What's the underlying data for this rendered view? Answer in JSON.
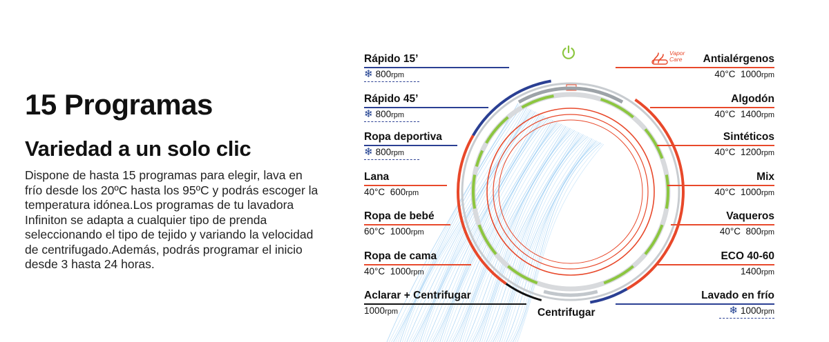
{
  "heading": "15 Programas",
  "subheading": "Variedad a un solo clic",
  "description": "Dispone de hasta 15 programas para elegir, lava en frío desde los 20ºC hasta los 95ºC y podrás escoger la temperatura idónea.Los programas de tu lavadora Infiniton se adapta a cualquier tipo de prenda seleccionando el tipo de tejido y variando la velocidad de centrifugado.Además, podrás programar el inicio desde 3 hasta 24 horas.",
  "left_programs": [
    {
      "name": "Rápido 15’",
      "temp": "",
      "rpm": "800",
      "cold": true
    },
    {
      "name": "Rápido 45’",
      "temp": "",
      "rpm": "800",
      "cold": true
    },
    {
      "name": "Ropa deportiva",
      "temp": "",
      "rpm": "800",
      "cold": true
    },
    {
      "name": "Lana",
      "temp": "40°C",
      "rpm": "600",
      "cold": false
    },
    {
      "name": "Ropa de bebé",
      "temp": "60°C",
      "rpm": "1000",
      "cold": false
    },
    {
      "name": "Ropa de cama",
      "temp": "40°C",
      "rpm": "1000",
      "cold": false
    },
    {
      "name": "Aclarar + Centrifugar",
      "temp": "",
      "rpm": "1000",
      "cold": false
    }
  ],
  "right_programs": [
    {
      "name": "Antialérgenos",
      "temp": "40°C",
      "rpm": "1000",
      "cold": false
    },
    {
      "name": "Algodón",
      "temp": "40°C",
      "rpm": "1400",
      "cold": false
    },
    {
      "name": "Sintéticos",
      "temp": "40°C",
      "rpm": "1200",
      "cold": false
    },
    {
      "name": "Mix",
      "temp": "40°C",
      "rpm": "1000",
      "cold": false
    },
    {
      "name": "Vaqueros",
      "temp": "40°C",
      "rpm": "800",
      "cold": false
    },
    {
      "name": "ECO 40-60",
      "temp": "",
      "rpm": "1400",
      "cold": false
    },
    {
      "name": "Lavado en frío",
      "temp": "",
      "rpm": "1000",
      "cold": true
    }
  ],
  "rpm_unit": "rpm",
  "bottom_program": "Centrifugar",
  "vapor_label": [
    "Vapor",
    "Care"
  ],
  "colors": {
    "blue": "#2a3f93",
    "red": "#e8482a",
    "black": "#111111",
    "green": "#8cc63f",
    "grey": "#c8ccd0",
    "water": "#8ec8ef"
  },
  "icons": {
    "power": "power-icon",
    "cold": "snowflake-icon",
    "vapor": "vapor-care-icon"
  }
}
